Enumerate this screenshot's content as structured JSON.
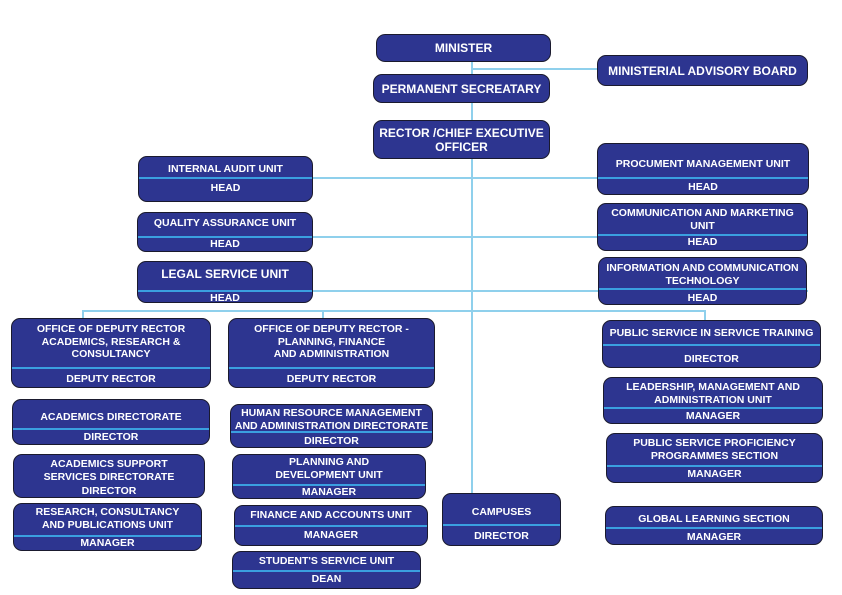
{
  "colors": {
    "box_fill": "#2d3590",
    "box_outline": "#1a1a2e",
    "connector": "#8fd0ec",
    "divider": "#3a9fe0",
    "text": "#ffffff"
  },
  "top": {
    "minister": "MINISTER",
    "advisory_board": "MINISTERIAL ADVISORY BOARD",
    "permanent_secretary": "PERMANENT SECREATARY",
    "rector": "RECTOR  /CHIEF EXECUTIVE\nOFFICER"
  },
  "left_units": [
    {
      "title": "INTERNAL AUDIT UNIT",
      "role": "HEAD"
    },
    {
      "title": "QUALITY ASSURANCE UNIT",
      "role": "HEAD"
    },
    {
      "title": "LEGAL SERVICE UNIT",
      "role": "HEAD"
    }
  ],
  "right_units": [
    {
      "title": "PROCUMENT MANAGEMENT UNIT",
      "role": "HEAD"
    },
    {
      "title": "COMMUNICATION AND  MARKETING\nUNIT",
      "role": "HEAD"
    },
    {
      "title": "INFORMATION AND COMMUNICATION\nTECHNOLOGY",
      "role": "HEAD"
    }
  ],
  "academics_branch": [
    {
      "title": "OFFICE OF DEPUTY RECTOR\nACADEMICS, RESEARCH &\nCONSULTANCY",
      "role": "DEPUTY RECTOR"
    },
    {
      "title": "ACADEMICS DIRECTORATE",
      "role": "DIRECTOR"
    },
    {
      "title": "ACADEMICS SUPPORT\nSERVICES DIRECTORATE",
      "role": "DIRECTOR"
    },
    {
      "title": "RESEARCH, CONSULTANCY\nAND PUBLICATIONS UNIT",
      "role": "MANAGER"
    }
  ],
  "planning_branch": [
    {
      "title": "OFFICE OF DEPUTY RECTOR -\nPLANNING, FINANCE\nAND ADMINISTRATION",
      "role": "DEPUTY RECTOR"
    },
    {
      "title": "HUMAN RESOURCE MANAGEMENT\nAND ADMINISTRATION DIRECTORATE",
      "role": "DIRECTOR"
    },
    {
      "title": "PLANNING AND\nDEVELOPMENT UNIT",
      "role": "MANAGER"
    },
    {
      "title": "FINANCE AND ACCOUNTS UNIT",
      "role": "MANAGER"
    },
    {
      "title": "STUDENT'S SERVICE UNIT",
      "role": "DEAN"
    }
  ],
  "campuses": {
    "title": "CAMPUSES",
    "role": "DIRECTOR"
  },
  "training_branch": [
    {
      "title": "PUBLIC SERVICE IN SERVICE TRAINING",
      "role": "DIRECTOR"
    },
    {
      "title": "LEADERSHIP, MANAGEMENT AND\nADMINISTRATION  UNIT",
      "role": "MANAGER"
    },
    {
      "title": "PUBLIC SERVICE PROFICIENCY\nPROGRAMMES SECTION",
      "role": "MANAGER"
    },
    {
      "title": "GLOBAL LEARNING SECTION",
      "role": "MANAGER"
    }
  ]
}
